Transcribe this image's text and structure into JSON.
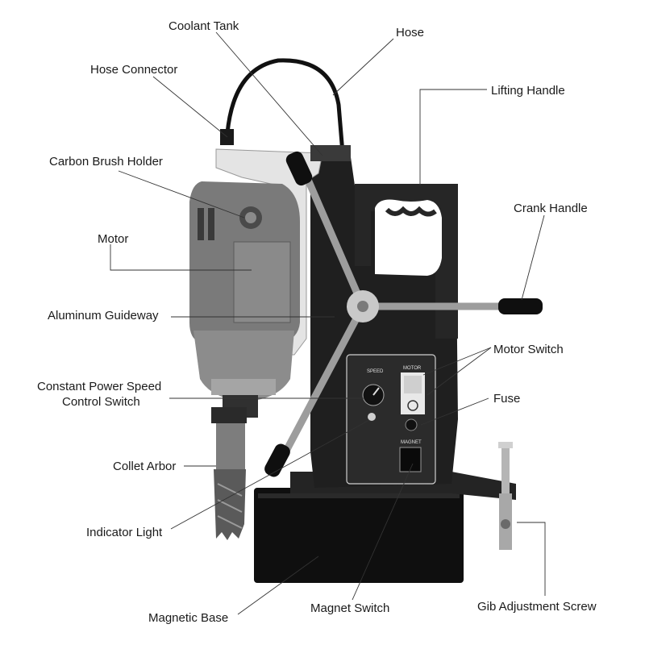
{
  "labels": {
    "coolant_tank": "Coolant Tank",
    "hose": "Hose",
    "hose_connector": "Hose Connector",
    "lifting_handle": "Lifting Handle",
    "carbon_brush_holder": "Carbon Brush Holder",
    "crank_handle": "Crank Handle",
    "motor": "Motor",
    "aluminum_guideway": "Aluminum Guideway",
    "motor_switch": "Motor Switch",
    "constant_power_speed_line1": "Constant Power Speed",
    "constant_power_speed_line2": "Control Switch",
    "fuse": "Fuse",
    "collet_arbor": "Collet Arbor",
    "indicator_light": "Indicator Light",
    "magnetic_base": "Magnetic Base",
    "magnet_switch": "Magnet Switch",
    "gib_adjustment_screw": "Gib Adjustment Screw"
  },
  "panel": {
    "speed": "SPEED",
    "motor": "MOTOR",
    "magnet": "MAGNET"
  }
}
